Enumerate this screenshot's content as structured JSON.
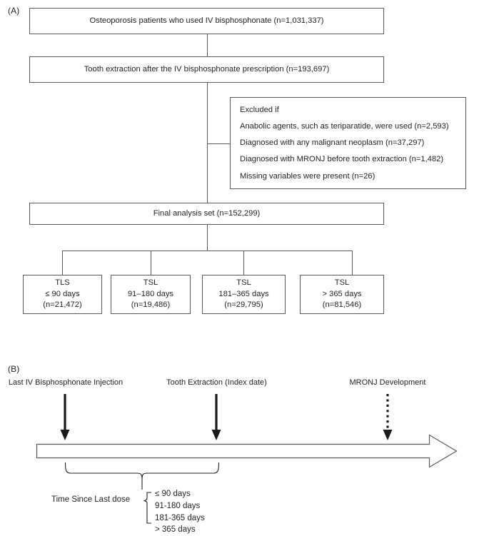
{
  "panels": {
    "a_label": "(A)",
    "b_label": "(B)"
  },
  "flowchart": {
    "top_boxes": [
      {
        "text": "Osteoporosis patients who used IV bisphosphonate (n=1,031,337)"
      },
      {
        "text": "Tooth extraction after the IV bisphosphonate prescription (n=193,697)"
      }
    ],
    "exclusion": {
      "heading": "Excluded if",
      "lines": [
        "Anabolic agents, such as teriparatide, were used (n=2,593)",
        "Diagnosed with any malignant neoplasm (n=37,297)",
        "Diagnosed with MRONJ before tooth extraction (n=1,482)",
        "Missing variables were present (n=26)"
      ]
    },
    "final_box": {
      "text": "Final analysis set (n=152,299)"
    },
    "groups": [
      {
        "name": "TLS",
        "range": "≤ 90 days",
        "count": "(n=21,472)"
      },
      {
        "name": "TSL",
        "range": "91–180 days",
        "count": "(n=19,486)"
      },
      {
        "name": "TSL",
        "range": "181–365 days",
        "count": "(n=29,795)"
      },
      {
        "name": "TSL",
        "range": "> 365 days",
        "count": "(n=81,546)"
      }
    ]
  },
  "timeline": {
    "events": [
      {
        "label": "Last IV Bisphosphonate Injection",
        "arrow": "solid"
      },
      {
        "label": "Tooth Extraction (Index date)",
        "arrow": "solid"
      },
      {
        "label": "MRONJ Development",
        "arrow": "dotted"
      }
    ],
    "bracket_label": "Time Since Last dose",
    "bracket_items": [
      "≤ 90 days",
      "91-180 days",
      "181-365 days",
      "> 365 days"
    ]
  },
  "colors": {
    "stroke": "#58595b",
    "text": "#231f20",
    "arrow": "#1a1a1a",
    "background": "#ffffff"
  }
}
